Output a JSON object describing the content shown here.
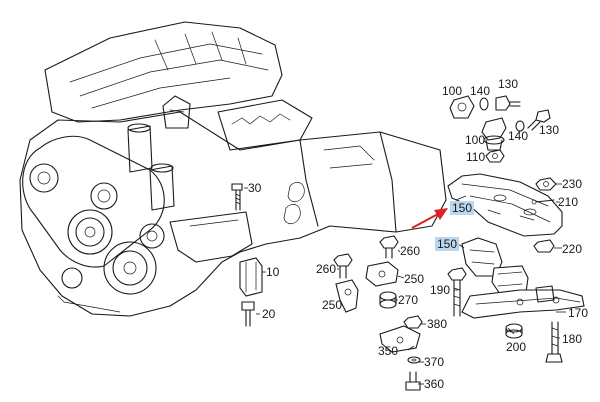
{
  "labels": [
    {
      "id": "label-100-a",
      "text": "100"
    },
    {
      "id": "label-140-a",
      "text": "140"
    },
    {
      "id": "label-130-a",
      "text": "130"
    },
    {
      "id": "label-100-b",
      "text": "100"
    },
    {
      "id": "label-140-b",
      "text": "140"
    },
    {
      "id": "label-130-b",
      "text": "130"
    },
    {
      "id": "label-110",
      "text": "110"
    },
    {
      "id": "label-30",
      "text": "30"
    },
    {
      "id": "label-230",
      "text": "230"
    },
    {
      "id": "label-150-a",
      "text": "150"
    },
    {
      "id": "label-210",
      "text": "210"
    },
    {
      "id": "label-150-b",
      "text": "150"
    },
    {
      "id": "label-220",
      "text": "220"
    },
    {
      "id": "label-260-a",
      "text": "260"
    },
    {
      "id": "label-260-b",
      "text": "260"
    },
    {
      "id": "label-10",
      "text": "10"
    },
    {
      "id": "label-250-a",
      "text": "250"
    },
    {
      "id": "label-190",
      "text": "190"
    },
    {
      "id": "label-270",
      "text": "270"
    },
    {
      "id": "label-250-b",
      "text": "250"
    },
    {
      "id": "label-20",
      "text": "20"
    },
    {
      "id": "label-380",
      "text": "380"
    },
    {
      "id": "label-170",
      "text": "170"
    },
    {
      "id": "label-200",
      "text": "200"
    },
    {
      "id": "label-180",
      "text": "180"
    },
    {
      "id": "label-350",
      "text": "350"
    },
    {
      "id": "label-370",
      "text": "370"
    },
    {
      "id": "label-360",
      "text": "360"
    }
  ],
  "colors": {
    "line": "#1a1a1a",
    "highlight": "#b9d7ee",
    "arrow": "#e02020",
    "background": "#ffffff"
  }
}
